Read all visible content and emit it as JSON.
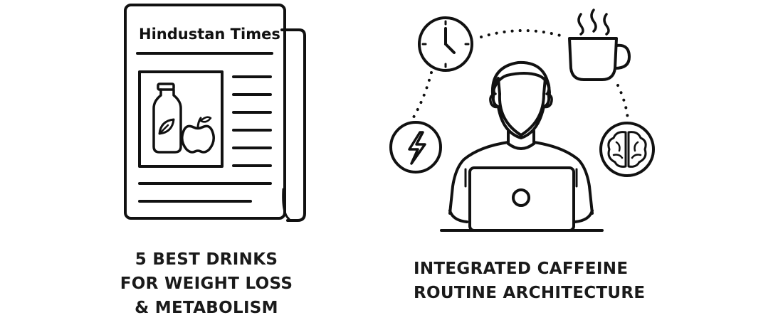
{
  "newspaper": {
    "masthead": "Hindustan Times"
  },
  "captions": {
    "left": [
      "5 BEST DRINKS",
      "FOR WEIGHT LOSS",
      "& METABOLISM"
    ],
    "right": [
      "INTEGRATED CAFFEINE",
      "ROUTINE ARCHITECTURE"
    ]
  },
  "icons": {
    "newspaper": "newspaper-icon",
    "bottle": "bottle-icon",
    "apple": "apple-icon",
    "clock": "clock-icon",
    "coffee": "coffee-cup-icon",
    "energy": "lightning-bolt-icon",
    "brain": "brain-icon",
    "person": "person-icon",
    "laptop": "laptop-icon"
  },
  "colors": {
    "line": "#111111",
    "background": "#ffffff"
  }
}
